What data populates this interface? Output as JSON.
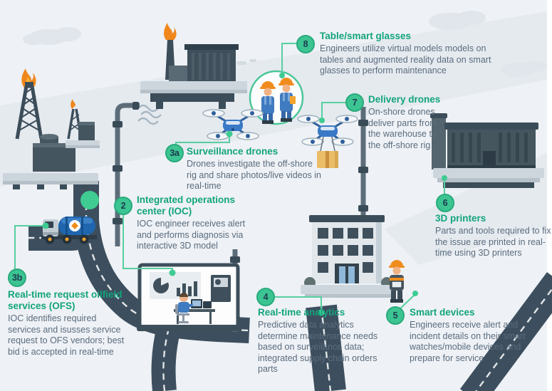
{
  "palette": {
    "background": "#eef1f5",
    "band": "#e5eaef",
    "accent_teal": "#12a47d",
    "badge_fill": "#3cc492",
    "badge_text": "#1c3a50",
    "body_text": "#5b6c7e",
    "connector_green": "#57cfa0",
    "dot_green": "#3fcb92",
    "road_slate": "#3d4f5e",
    "pipe_grey": "#5c6d79",
    "structure_dark": "#3c4d5a",
    "platform_light": "#ccd5dc",
    "flame_orange": "#f0871c",
    "truck_blue": "#1f66ae",
    "drone_blue": "#3a79c6",
    "box_tan": "#eabd66"
  },
  "steps": {
    "s2": {
      "badge": "2",
      "title": "Integrated operations center (IOC)",
      "description": "IOC engineer receives alert and performs diagnosis via interactive 3D model"
    },
    "s3a": {
      "badge": "3a",
      "title": "Surveillance drones",
      "description": "Drones investigate the off-shore rig and share photos/live videos in real-time"
    },
    "s3b": {
      "badge": "3b",
      "title": "Real-time request oilfield services (OFS)",
      "description": "IOC identifies required services and isusses service request to OFS vendors; best bid is accepted in real-time"
    },
    "s4": {
      "badge": "4",
      "title": "Real-time analytics",
      "description": "Predictive data analytics determine maintenance needs based on surveilance data; integrated supply chain orders parts"
    },
    "s5": {
      "badge": "5",
      "title": "Smart devices",
      "description": "Engineers receive alert and incident details on their smart watches/mobile devices and prepare for service"
    },
    "s6": {
      "badge": "6",
      "title": "3D printers",
      "description": "Parts and tools required to fix the issue are printed in real-time using 3D printers"
    },
    "s7": {
      "badge": "7",
      "title": "Delivery drones",
      "description": "On-shore drones deliver parts from the warehouse to the off-shore rig"
    },
    "s8": {
      "badge": "8",
      "title": "Table/smart glasses",
      "description": "Engineers utilize virtual models models on tables and augmented reality data on smart glasses to perform maintenance"
    }
  },
  "scene_icons": [
    "offshore-platform-left",
    "offshore-platform-top",
    "workers-avatar",
    "surveillance-drone-icon",
    "delivery-drone-icon",
    "printer-factory",
    "office-building",
    "field-engineer",
    "ioc-control-room",
    "tanker-truck",
    "flame-icon",
    "cloud-icon",
    "road",
    "pipeline",
    "connector-line",
    "green-dot"
  ]
}
